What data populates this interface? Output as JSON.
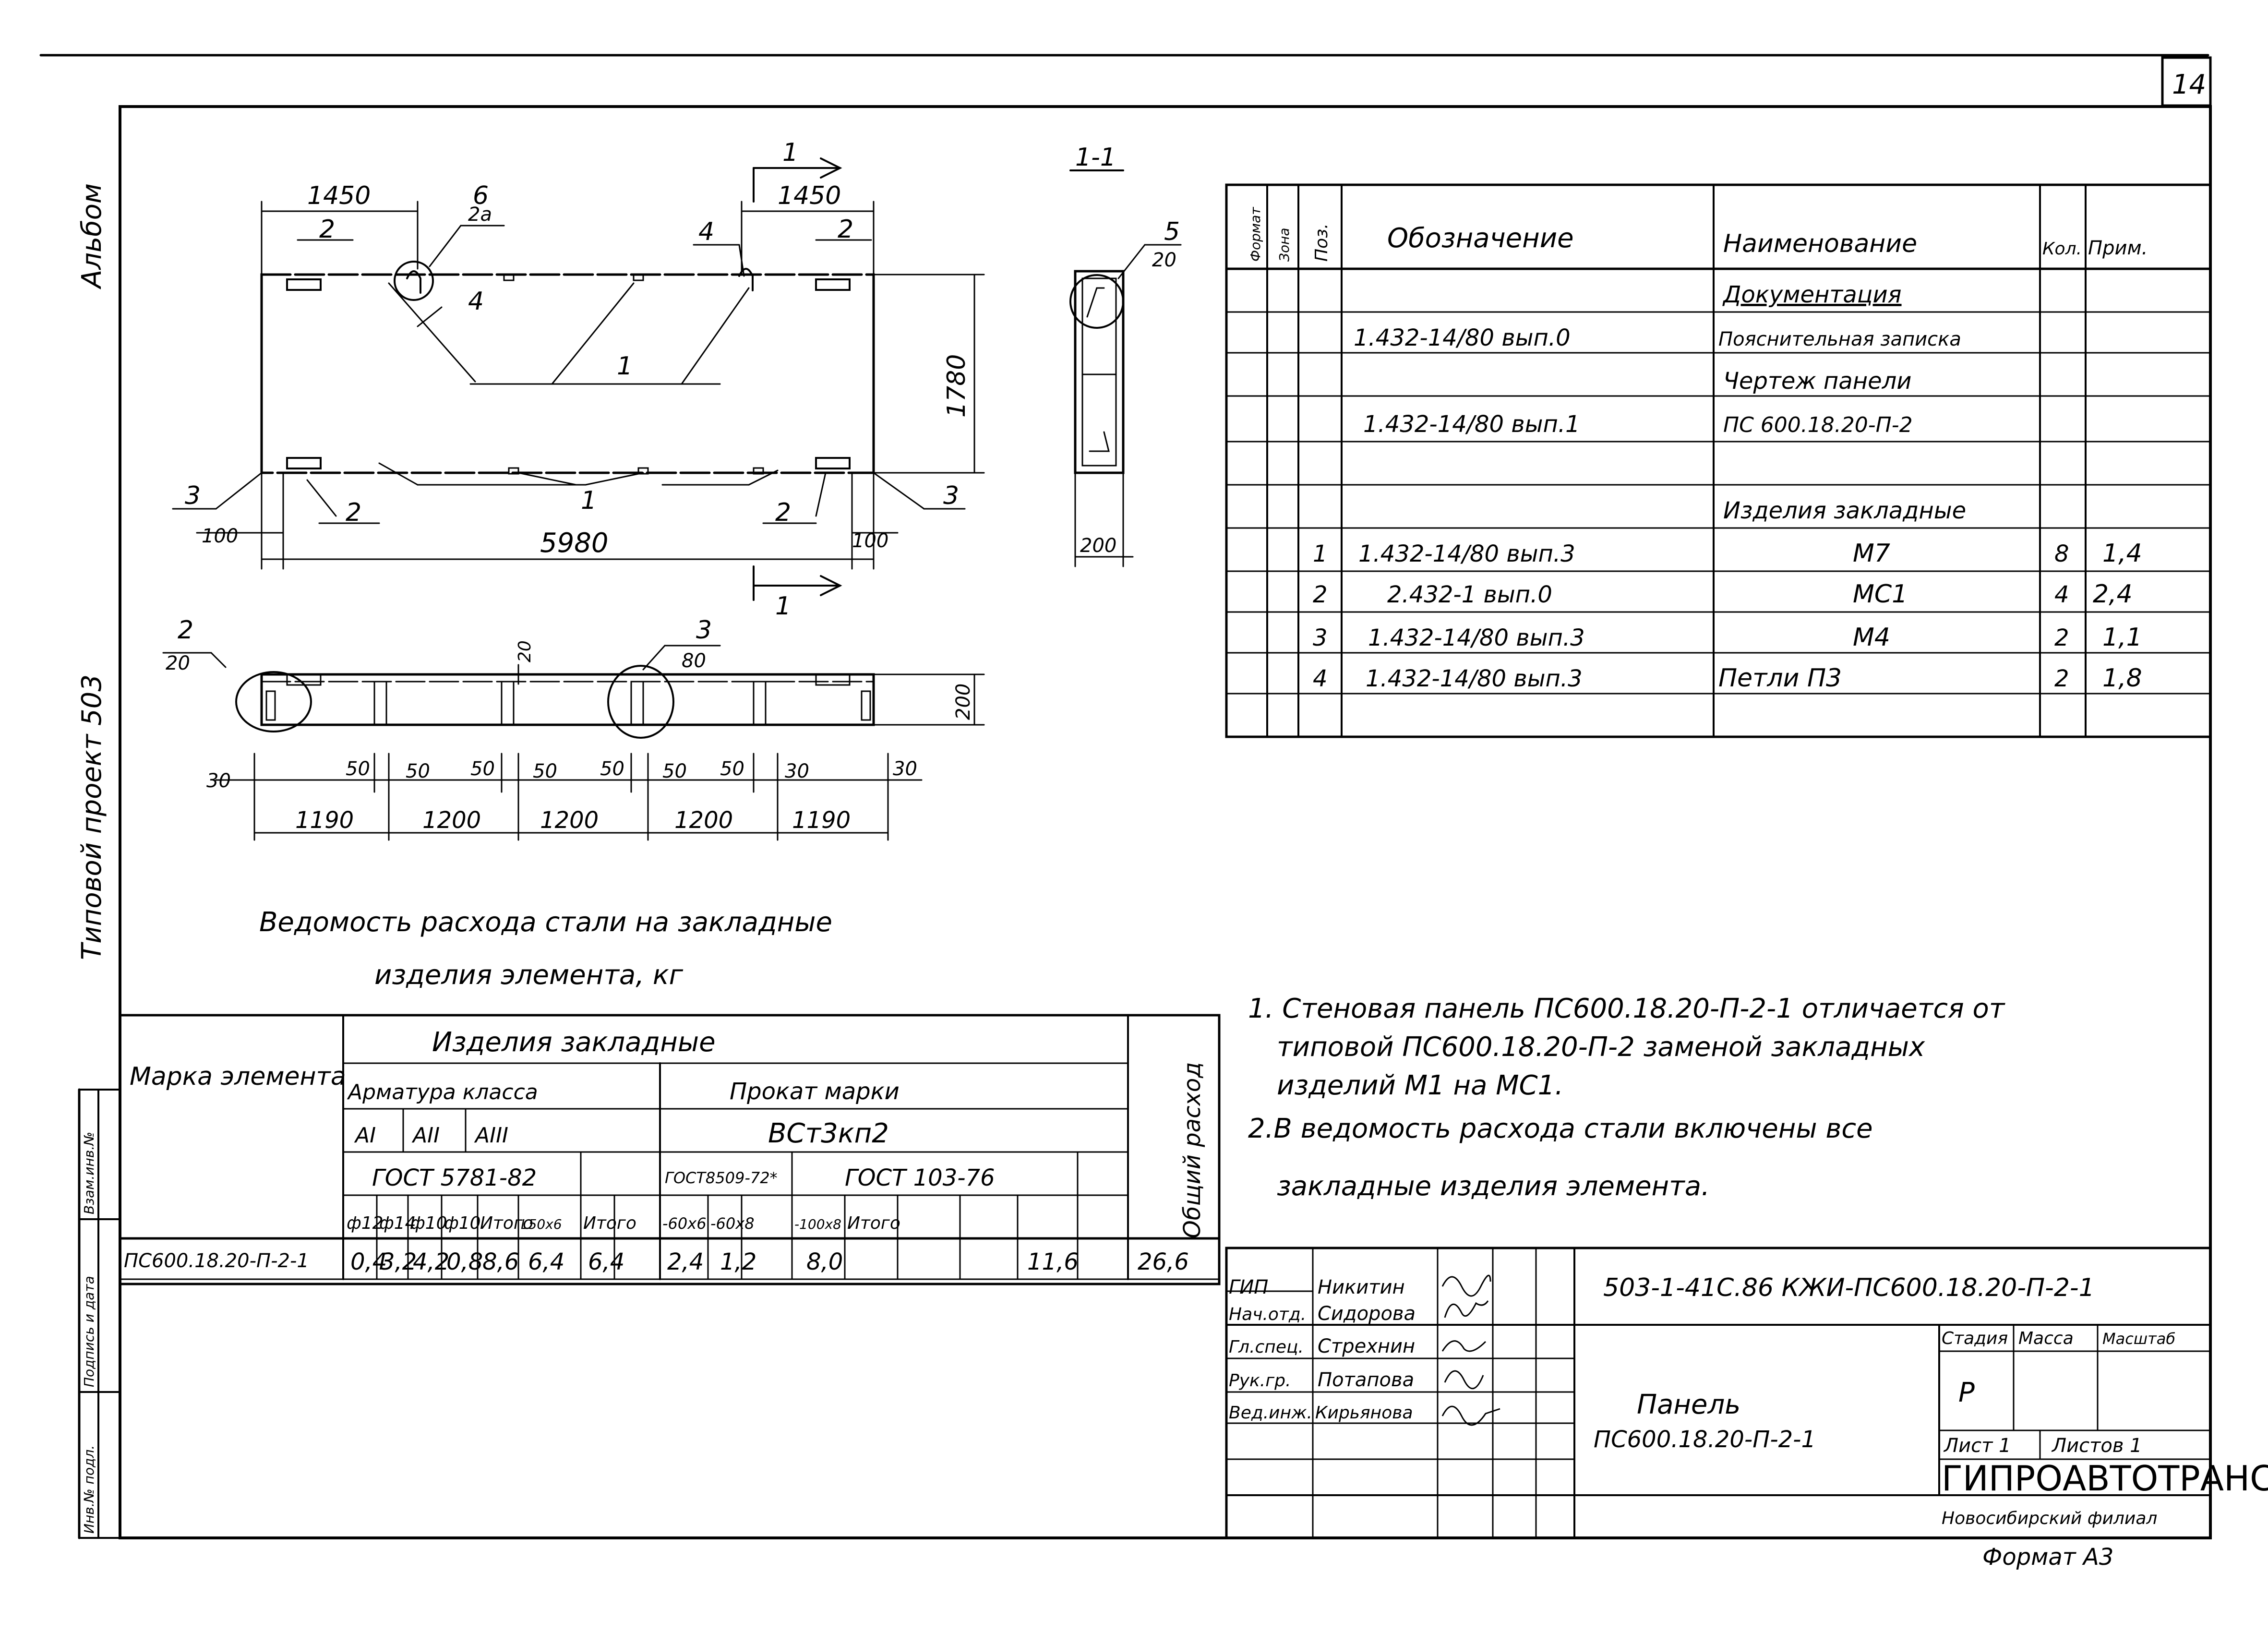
{
  "sheet_number": "14",
  "side_labels": {
    "album": "Альбом",
    "project": "Типовой проект 503",
    "stamp": [
      "Инв.№ подл.",
      "Подпись и дата",
      "Взам.инв.№"
    ]
  },
  "plan_view": {
    "dims": {
      "left": "1450",
      "right": "1450",
      "height": "1780",
      "total": "5980",
      "edge_left": "100",
      "edge_right": "100"
    },
    "callouts": {
      "pos2": "2",
      "pos3": "3",
      "pos4": "4",
      "pos1": "1",
      "pos6": "6",
      "pos6_sub": "2а"
    },
    "section_mark": "1"
  },
  "section_view": {
    "title": "1-1",
    "callout": "5",
    "callout_sub": "20",
    "width": "200"
  },
  "elevation_view": {
    "callout_left": "2",
    "callout_left_sub": "20",
    "callout_mid": "3",
    "callout_mid_sub": "80",
    "thick": "20",
    "height": "200",
    "small": [
      "30",
      "50",
      "50",
      "50",
      "50",
      "50",
      "50",
      "50",
      "30"
    ],
    "spans": [
      "1190",
      "1200",
      "1200",
      "1200",
      "1190"
    ]
  },
  "spec_table": {
    "headers": {
      "format": "Формат",
      "zone": "Зона",
      "pos": "Поз.",
      "designation": "Обозначение",
      "name": "Наименование",
      "qty": "Кол.",
      "note": "Прим."
    },
    "rows": [
      {
        "pos": "",
        "designation": "",
        "name": "Документация",
        "qty": "",
        "note": ""
      },
      {
        "pos": "",
        "designation": "1.432-14/80 вып.0",
        "name": "Пояснительная записка",
        "qty": "",
        "note": ""
      },
      {
        "pos": "",
        "designation": "",
        "name": "Чертеж панели",
        "qty": "",
        "note": ""
      },
      {
        "pos": "",
        "designation": "1.432-14/80 вып.1",
        "name": "ПС 600.18.20-П-2",
        "qty": "",
        "note": ""
      },
      {
        "pos": "",
        "designation": "",
        "name": "",
        "qty": "",
        "note": ""
      },
      {
        "pos": "",
        "designation": "",
        "name": "Изделия закладные",
        "qty": "",
        "note": ""
      },
      {
        "pos": "1",
        "designation": "1.432-14/80 вып.3",
        "name": "М7",
        "qty": "8",
        "note": "1,4"
      },
      {
        "pos": "2",
        "designation": "2.432-1 вып.0",
        "name": "МС1",
        "qty": "4",
        "note": "2,4"
      },
      {
        "pos": "3",
        "designation": "1.432-14/80 вып.3",
        "name": "М4",
        "qty": "2",
        "note": "1,1"
      },
      {
        "pos": "4",
        "designation": "1.432-14/80 вып.3",
        "name": "Петли П3",
        "qty": "2",
        "note": "1,8"
      },
      {
        "pos": "",
        "designation": "",
        "name": "",
        "qty": "",
        "note": ""
      }
    ]
  },
  "steel_table": {
    "title_line1": "Ведомость расхода стали на закладные",
    "title_line2": "изделия элемента, кг",
    "mark_header": "Марка элемента",
    "group_header": "Изделия закладные",
    "arm_header": "Арматура класса",
    "arm_classes": [
      "AI",
      "AII",
      "AIII"
    ],
    "arm_gost": "ГОСТ 5781-82",
    "prokat_header": "Прокат марки",
    "prokat_grade": "ВСт3кп2",
    "prokat_gost1": "ГОСТ8509-72*",
    "prokat_gost2": "ГОСТ 103-76",
    "total_header": "Общий расход",
    "cols": [
      "ф12",
      "ф14",
      "ф10",
      "ф10",
      "Итого",
      "L50х6",
      "Итого",
      "-60х6",
      "-60х8",
      "-100х8",
      "Итого"
    ],
    "row_mark": "ПС600.18.20-П-2-1",
    "values": [
      "0,4",
      "3,2",
      "4,2",
      "0,8",
      "8,6",
      "6,4",
      "6,4",
      "2,4",
      "1,2",
      "8,0",
      "11,6",
      "26,6"
    ]
  },
  "notes": [
    "1. Стеновая панель ПС600.18.20-П-2-1 отличается от",
    "типовой ПС600.18.20-П-2 заменой закладных",
    "изделий М1 на МС1.",
    "2.В ведомость расхода стали включены все",
    "закладные изделия элемента."
  ],
  "title_block": {
    "code": "503-1-41С.86 КЖИ-ПС600.18.20-П-2-1",
    "roles": [
      "ГИП",
      "Нач.отд.",
      "Гл.спец.",
      "Рук.гр.",
      "Вед.инж."
    ],
    "names": [
      "Никитин",
      "Сидорова",
      "Стрехнин",
      "Потапова",
      "Кирьянова"
    ],
    "drawing_title_1": "Панель",
    "drawing_title_2": "ПС600.18.20-П-2-1",
    "stage_header": "Стадия",
    "mass_header": "Масса",
    "scale_header": "Масштаб",
    "stage": "Р",
    "sheet": "Лист 1",
    "sheets": "Листов 1",
    "org": "ГИПРОАВТОТРАНС",
    "branch": "Новосибирский филиал",
    "format": "Формат А3"
  }
}
